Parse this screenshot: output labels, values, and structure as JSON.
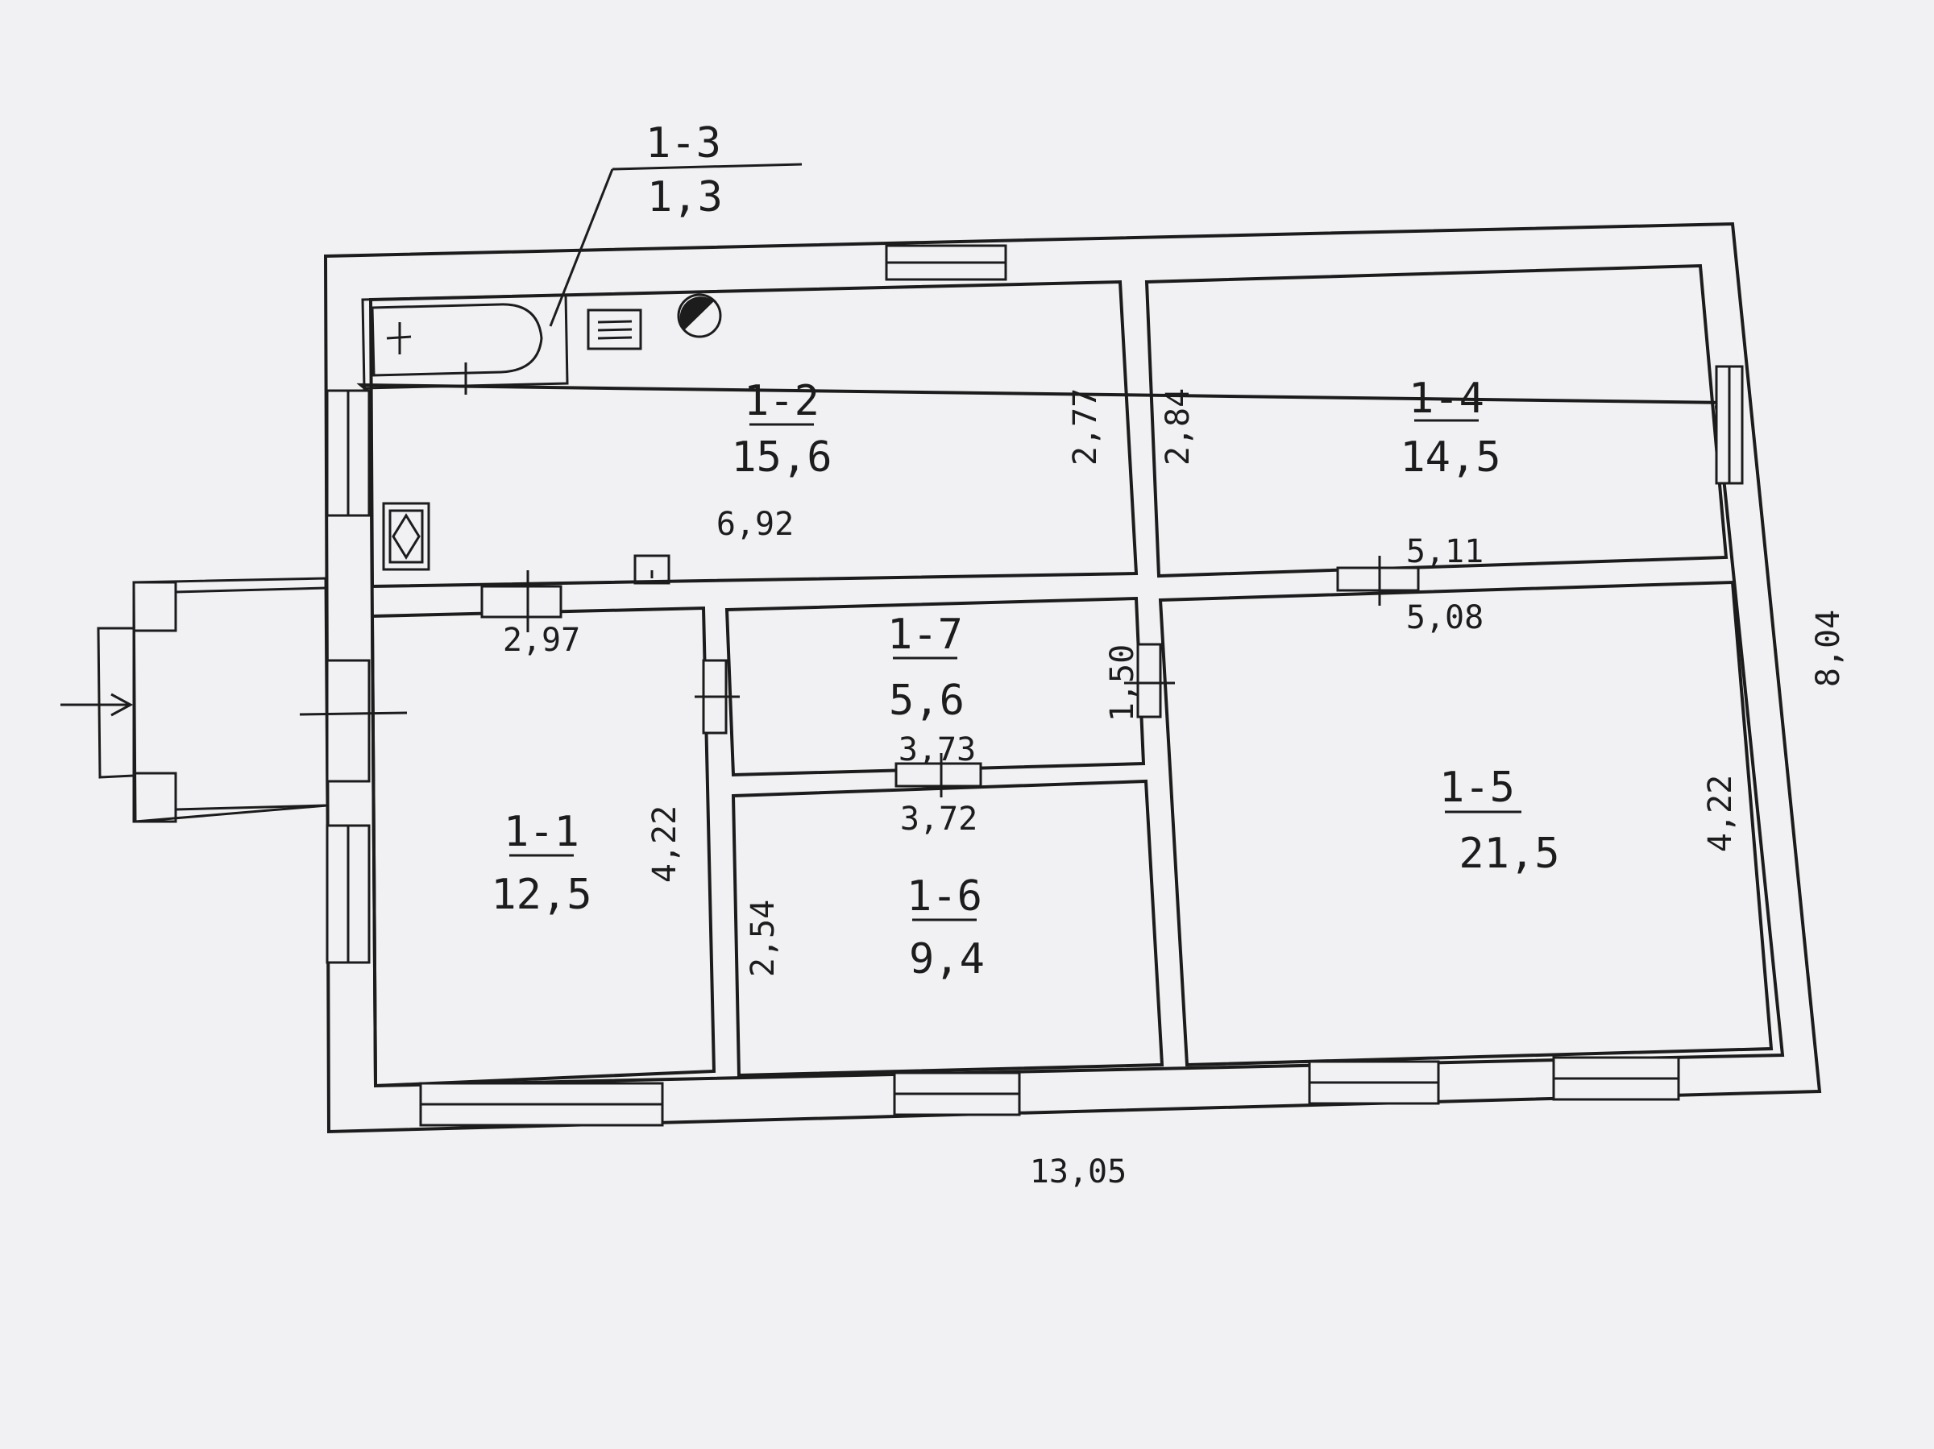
{
  "rooms": [
    {
      "id": "1-1",
      "area": "12,5"
    },
    {
      "id": "1-2",
      "area": "15,6"
    },
    {
      "id": "1-3",
      "area": "1,3"
    },
    {
      "id": "1-4",
      "area": "14,5"
    },
    {
      "id": "1-5",
      "area": "21,5"
    },
    {
      "id": "1-6",
      "area": "9,4"
    },
    {
      "id": "1-7",
      "area": "5,6"
    }
  ],
  "dimensions": {
    "overall_width": "13,05",
    "overall_depth": "8,04",
    "r12_width": "6,92",
    "r12_depth": "2,77",
    "r14_depth": "2,84",
    "r14_width": "5,11",
    "r15_width": "5,08",
    "r15_depth": "4,22",
    "r11_width": "2,97",
    "r11_depth": "4,22",
    "r17_depth": "1,50",
    "r17_width": "3,73",
    "r16_width": "3,72",
    "r16_depth": "2,54"
  }
}
